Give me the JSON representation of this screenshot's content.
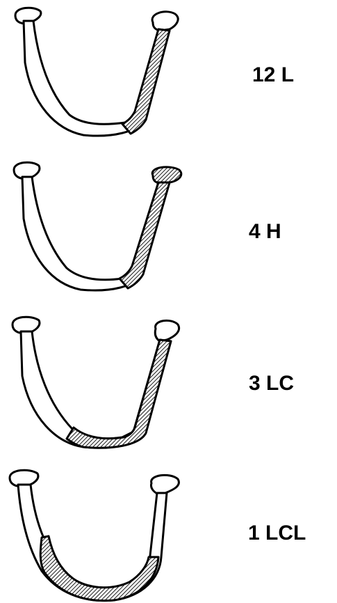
{
  "diagram": {
    "items": [
      {
        "label": "12 L"
      },
      {
        "label": "4 H"
      },
      {
        "label": "3 LC"
      },
      {
        "label": "1 LCL"
      }
    ]
  }
}
